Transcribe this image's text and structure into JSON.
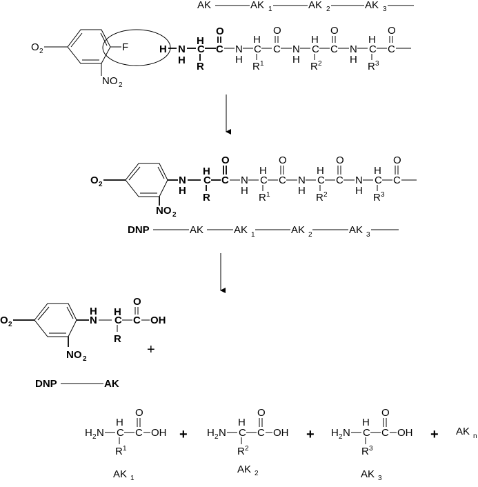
{
  "labels": {
    "ak": "AK",
    "ak_n": "AK",
    "n_sub": "n",
    "sub1": "1",
    "sub2": "2",
    "sub3": "3",
    "dnp": "DNP",
    "o": "O",
    "h": "H",
    "n": "N",
    "c": "C",
    "f": "F",
    "r": "R",
    "oh": "OH",
    "o2_o": "O",
    "o2_sub": "2",
    "no2_no": "NO",
    "no2_sub": "2",
    "h2_h": "H",
    "h2_sub": "2",
    "plus": "+"
  },
  "colors": {
    "ink": "#000000",
    "background": "#ffffff"
  }
}
